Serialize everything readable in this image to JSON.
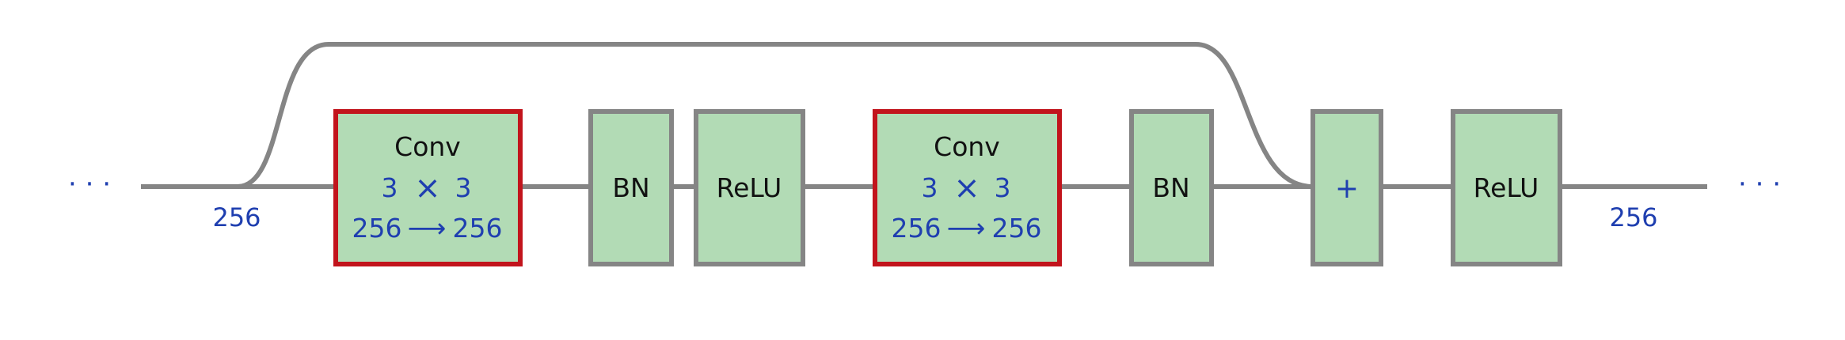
{
  "diagram": {
    "colors": {
      "box_fill": "#b2dbb5",
      "box_stroke_gray": "#858585",
      "box_stroke_red": "#c2141c",
      "line": "#858585",
      "text_main": "#111111",
      "text_param": "#1f3fb0"
    },
    "ellipsis_left": "· · ·",
    "ellipsis_right": "· · ·",
    "input_channels": "256",
    "output_channels": "256",
    "conv1": {
      "title": "Conv",
      "kernel_left": "3",
      "kernel_times": "×",
      "kernel_right": "3",
      "in": "256",
      "arrow": "⟶",
      "out": "256"
    },
    "bn1": "BN",
    "relu1": "ReLU",
    "conv2": {
      "title": "Conv",
      "kernel_left": "3",
      "kernel_times": "×",
      "kernel_right": "3",
      "in": "256",
      "arrow": "⟶",
      "out": "256"
    },
    "bn2": "BN",
    "add": "+",
    "relu2": "ReLU"
  }
}
